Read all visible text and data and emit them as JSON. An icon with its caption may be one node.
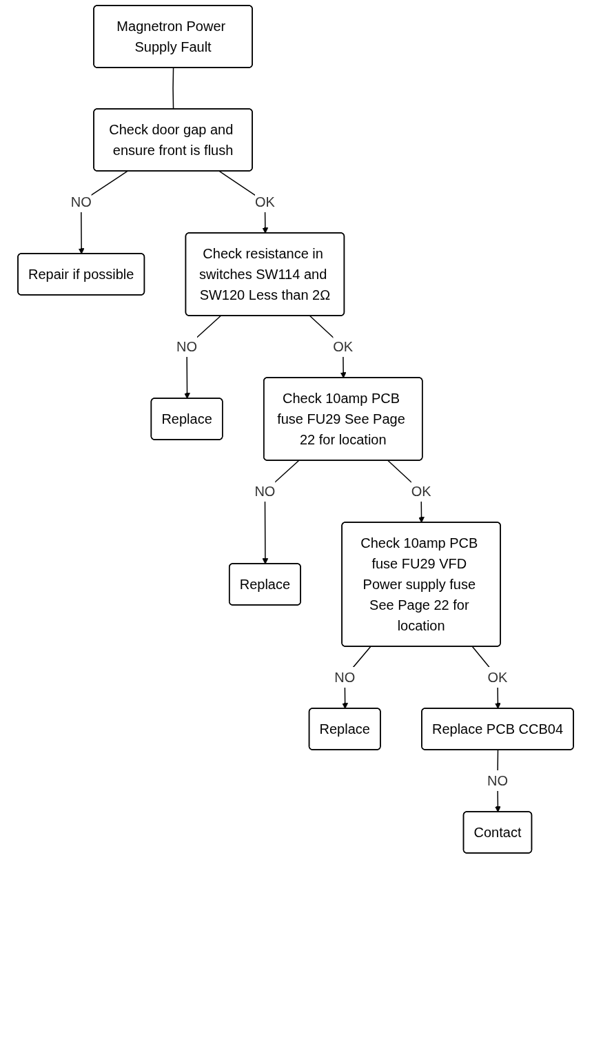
{
  "diagram": {
    "nodes": [
      {
        "text": [
          "Magnetron Power Supply Fault"
        ]
      },
      {
        "text": [
          "Check door gap and ensure front is flush"
        ]
      },
      {
        "text": [
          "Repair if possible"
        ]
      },
      {
        "text": [
          "Check resistance in switches SW114 and SW120 Less than 2Ω"
        ]
      },
      {
        "text": [
          "Replace"
        ]
      },
      {
        "text": [
          "Check 10amp PCB fuse FU29 See Page 22 for location"
        ]
      },
      {
        "text": [
          "Replace"
        ]
      },
      {
        "text": [
          "Check 10amp PCB fuse FU29 VFD Power supply fuse See Page 22 for location"
        ]
      },
      {
        "text": [
          "Replace"
        ]
      },
      {
        "text": [
          "Replace PCB CCB04"
        ]
      },
      {
        "text": [
          "Contact"
        ]
      }
    ],
    "edges": [
      {
        "from": 0,
        "to": 1,
        "arrow": "none"
      },
      {
        "from": 1,
        "to": 2,
        "label": "NO",
        "arrow": "to"
      },
      {
        "from": 1,
        "to": 3,
        "label": "OK",
        "arrow": "to"
      },
      {
        "from": 3,
        "to": 4,
        "label": "NO",
        "arrow": "to"
      },
      {
        "from": 3,
        "to": 5,
        "label": "OK",
        "arrow": "to"
      },
      {
        "from": 5,
        "to": 6,
        "label": "NO",
        "arrow": "to"
      },
      {
        "from": 5,
        "to": 7,
        "label": "OK",
        "arrow": "to"
      },
      {
        "from": 7,
        "to": 8,
        "label": "NO",
        "arrow": "to"
      },
      {
        "from": 7,
        "to": 9,
        "label": "OK",
        "arrow": "to"
      },
      {
        "from": 9,
        "to": 10,
        "label": "NO",
        "arrow": "to"
      }
    ]
  }
}
